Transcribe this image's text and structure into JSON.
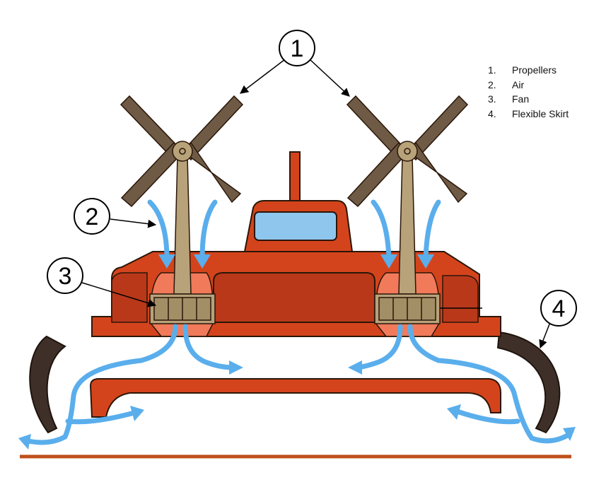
{
  "callouts": [
    {
      "id": "1"
    },
    {
      "id": "2"
    },
    {
      "id": "3"
    },
    {
      "id": "4"
    }
  ],
  "legend": [
    {
      "number": "1.",
      "label": "Propellers"
    },
    {
      "number": "2.",
      "label": "Air"
    },
    {
      "number": "3.",
      "label": "Fan"
    },
    {
      "number": "4.",
      "label": "Flexible Skirt"
    }
  ],
  "colors": {
    "hull": "#d4441c",
    "hull_dark": "#b9381a",
    "hull_light": "#f07a5a",
    "outline": "#2a1608",
    "propeller": "#6e5a45",
    "mast": "#b7a27a",
    "air_arrow": "#5aaeec",
    "skirt": "#3e3028",
    "ground": "#c0501c",
    "window": "#8ec6ee"
  }
}
